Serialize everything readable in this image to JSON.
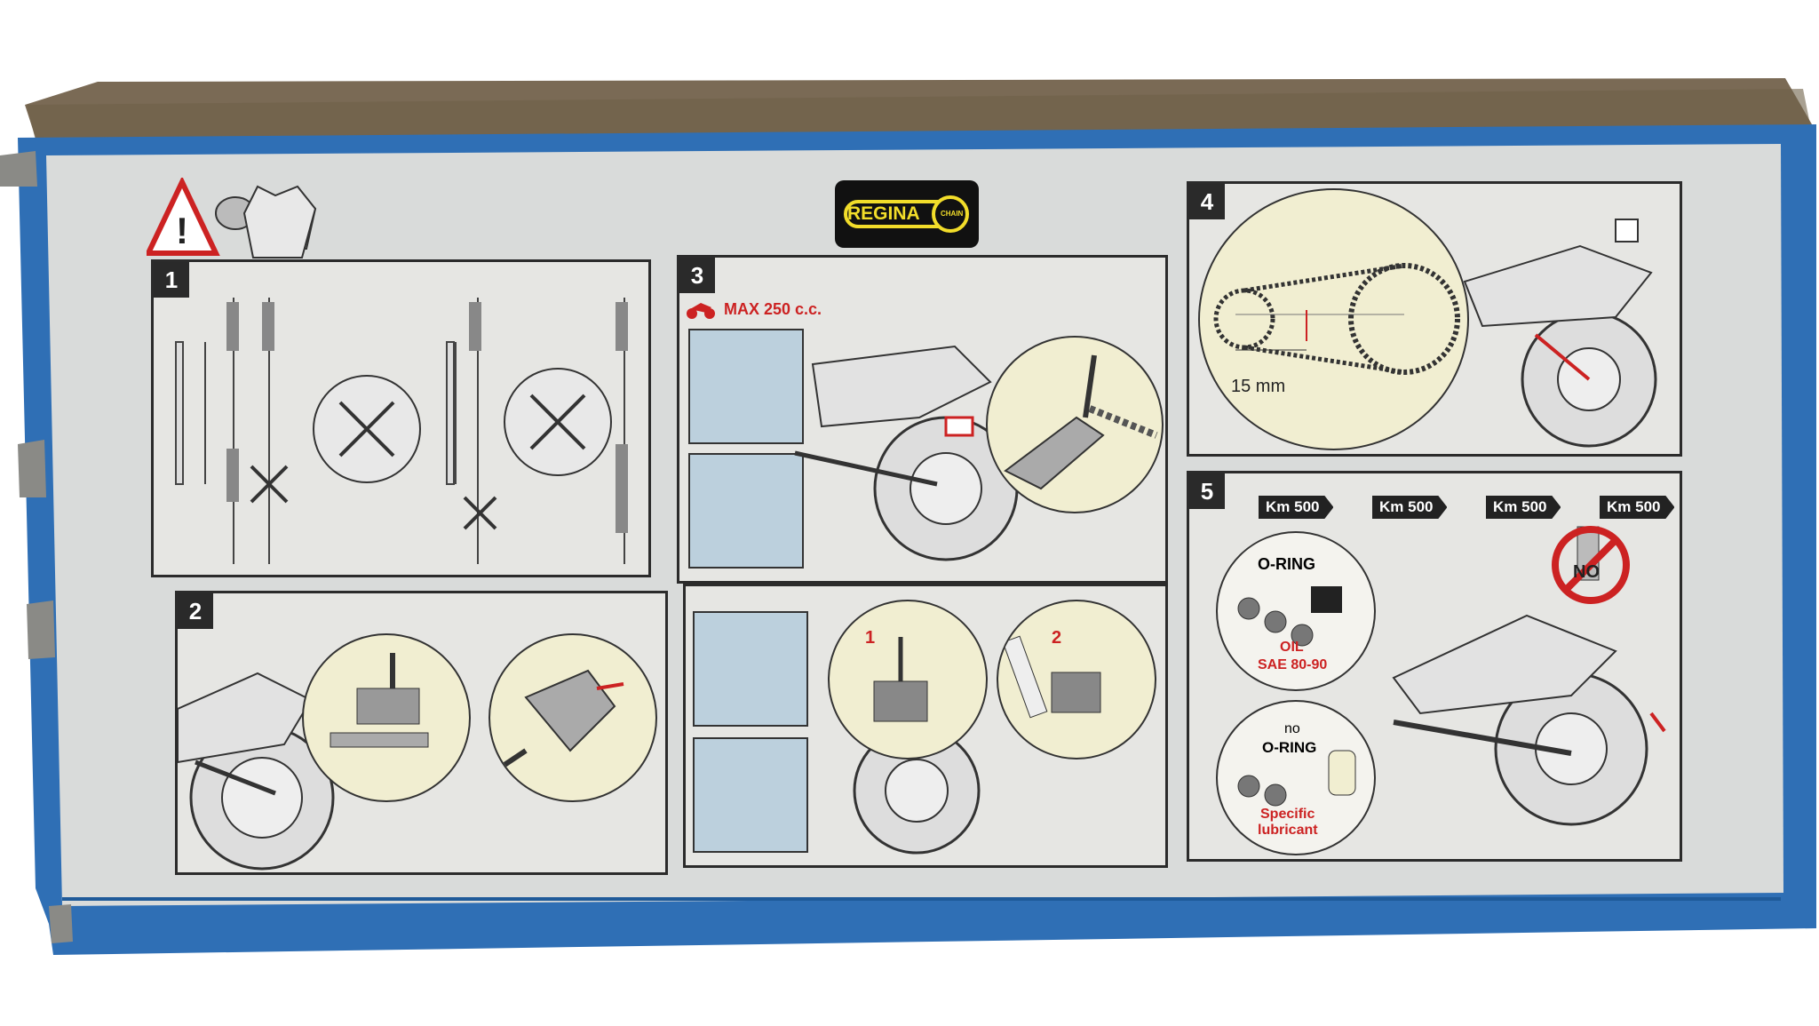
{
  "logo": {
    "main": "REGINA",
    "small": "CHAIN"
  },
  "panels": {
    "p1": {
      "number": "1"
    },
    "p2": {
      "number": "2"
    },
    "p3": {
      "number": "3",
      "max_label": "MAX 250 c.c.",
      "sub1": "1",
      "sub2": "2"
    },
    "p4": {
      "number": "4",
      "distance": "15 mm"
    },
    "p5": {
      "number": "5",
      "intervals": [
        "Km 500",
        "Km 500",
        "Km 500",
        "Km 500"
      ],
      "oring": "O-RING",
      "oil": "OIL",
      "oil_grade": "SAE 80-90",
      "no_label": "no",
      "no_oring": "O-RING",
      "specific": "Specific",
      "lubricant": "lubricant",
      "no_sign": "NO"
    }
  },
  "colors": {
    "box_blue": "#2c6db3",
    "panel_grey": "#e6e6e3",
    "warning_red": "#cc2222",
    "logo_yellow": "#f2dd2a"
  }
}
